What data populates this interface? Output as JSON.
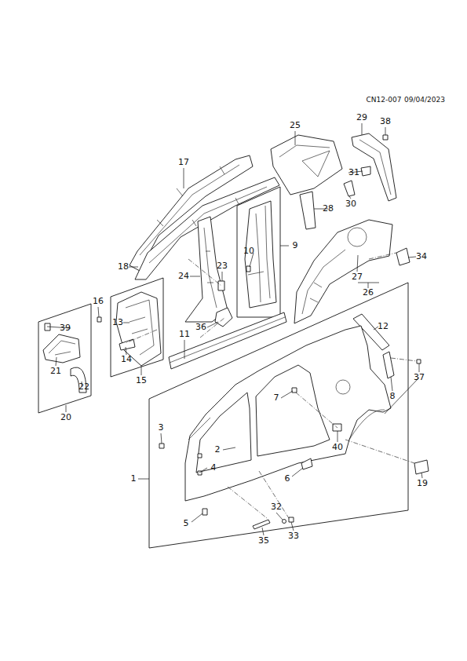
{
  "diagram": {
    "labels": [
      "CN12-007",
      "09/04/2023",
      "25",
      "29",
      "38",
      "17",
      "31",
      "30",
      "28",
      "9",
      "10",
      "34",
      "18",
      "23",
      "24",
      "27",
      "26",
      "16",
      "39",
      "13",
      "36",
      "12",
      "11",
      "14",
      "15",
      "21",
      "22",
      "20",
      "7",
      "37",
      "8",
      "3",
      "2",
      "40",
      "4",
      "1",
      "6",
      "19",
      "5",
      "32",
      "33",
      "35"
    ]
  }
}
